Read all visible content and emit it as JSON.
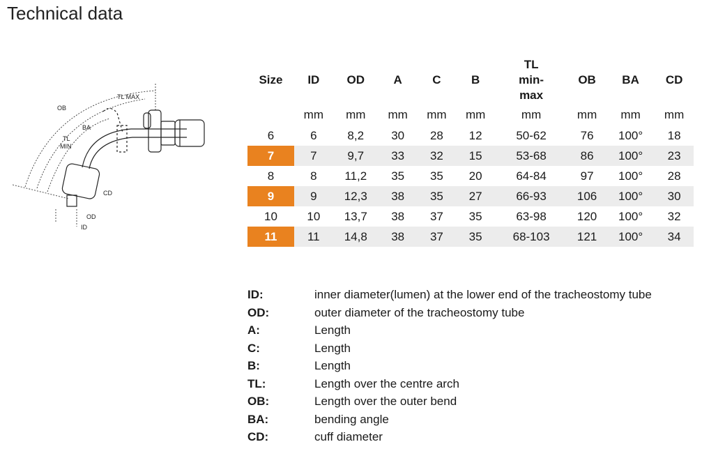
{
  "title": "Technical data",
  "diagram": {
    "labels": {
      "tl_max": "TL MAX",
      "ob": "OB",
      "ba": "BA",
      "tl_min_1": "TL",
      "tl_min_2": "MIN",
      "cd": "CD",
      "od": "OD",
      "id": "ID"
    }
  },
  "table": {
    "headers": {
      "size": "Size",
      "id": "ID",
      "od": "OD",
      "a": "A",
      "c": "C",
      "b": "B",
      "tl_1": "TL",
      "tl_2": "min-",
      "tl_3": "max",
      "ob": "OB",
      "ba": "BA",
      "cd": "CD"
    },
    "units": [
      "mm",
      "mm",
      "mm",
      "mm",
      "mm",
      "mm",
      "mm",
      "mm",
      "mm"
    ],
    "rows": [
      [
        "6",
        "6",
        "8,2",
        "30",
        "28",
        "12",
        "50-62",
        "76",
        "100°",
        "18"
      ],
      [
        "7",
        "7",
        "9,7",
        "33",
        "32",
        "15",
        "53-68",
        "86",
        "100°",
        "23"
      ],
      [
        "8",
        "8",
        "11,2",
        "35",
        "35",
        "20",
        "64-84",
        "97",
        "100°",
        "28"
      ],
      [
        "9",
        "9",
        "12,3",
        "38",
        "35",
        "27",
        "66-93",
        "106",
        "100°",
        "30"
      ],
      [
        "10",
        "10",
        "13,7",
        "38",
        "37",
        "35",
        "63-98",
        "120",
        "100°",
        "32"
      ],
      [
        "11",
        "11",
        "14,8",
        "38",
        "37",
        "35",
        "68-103",
        "121",
        "100°",
        "34"
      ]
    ]
  },
  "legend": [
    {
      "term": "ID:",
      "desc": "inner diameter(lumen) at the lower end of the tracheostomy tube"
    },
    {
      "term": "OD:",
      "desc": "outer diameter of the tracheostomy tube"
    },
    {
      "term": "A:",
      "desc": "Length"
    },
    {
      "term": "C:",
      "desc": "Length"
    },
    {
      "term": "B:",
      "desc": "Length"
    },
    {
      "term": "TL:",
      "desc": "Length over the centre arch"
    },
    {
      "term": "OB:",
      "desc": "Length over the outer bend"
    },
    {
      "term": "BA:",
      "desc": "bending angle"
    },
    {
      "term": "CD:",
      "desc": "cuff diameter"
    }
  ],
  "colors": {
    "highlight": "#e9821f",
    "row_shade": "#ececec"
  }
}
